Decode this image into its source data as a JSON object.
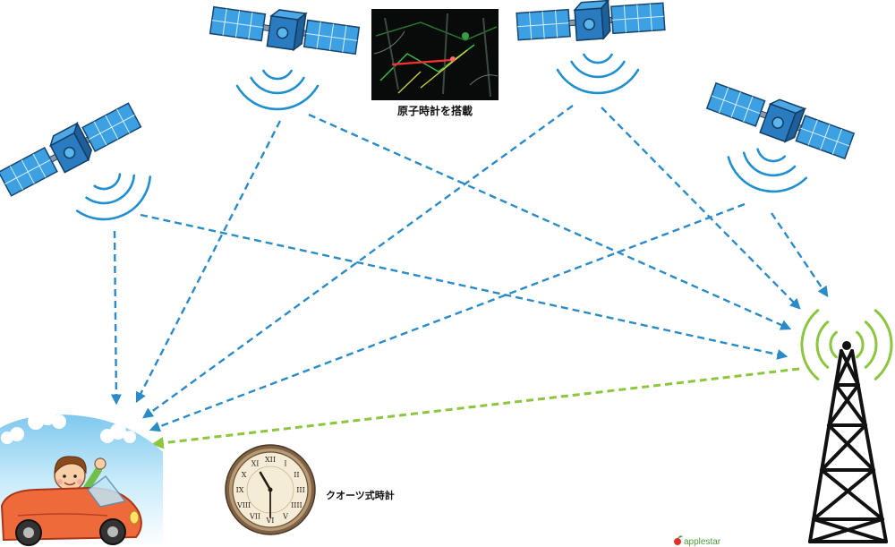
{
  "labels": {
    "atomic_clock_caption": "原子時計を搭載",
    "quartz_clock_caption": "クオーツ式時計",
    "watermark": "applestar"
  },
  "clock_numerals": [
    "XII",
    "I",
    "II",
    "III",
    "IIII",
    "V",
    "VI",
    "VII",
    "VIII",
    "IX",
    "X",
    "XI"
  ],
  "icons": {
    "satellites": [
      "satellite-icon",
      "satellite-icon",
      "satellite-icon",
      "satellite-icon"
    ],
    "tower": "radio-tower-icon",
    "car": "car-icon",
    "clock": "wall-clock-icon",
    "watermark": "apple-icon"
  },
  "colors": {
    "satellite_signal": "#1f8fd0",
    "satellite_arrow": "#2b8bc6",
    "tower_signal": "#8cc63f",
    "tower_arrow": "#8cc63f",
    "watermark_text": "#4f9a3b"
  }
}
